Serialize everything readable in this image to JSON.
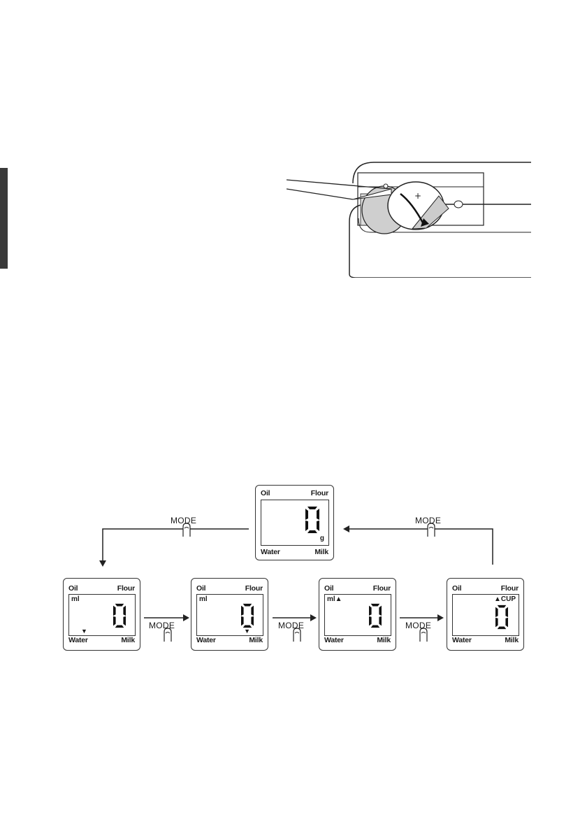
{
  "side_tab_color": "#3a3a3a",
  "illustration": {
    "polarity_mark": "+"
  },
  "lcd_labels": {
    "top_left": "Oil",
    "top_right": "Flour",
    "bottom_left": "Water",
    "bottom_right": "Milk"
  },
  "displays": [
    {
      "id": "center",
      "digit": "0",
      "unit": "g"
    },
    {
      "id": "water-ml",
      "digit": "0",
      "unit": "ml",
      "indicator": "▼"
    },
    {
      "id": "milk-ml",
      "digit": "0",
      "unit": "ml",
      "indicator": "▼"
    },
    {
      "id": "oil-ml",
      "digit": "0",
      "unit": "ml▲"
    },
    {
      "id": "flour-cup",
      "digit": "0",
      "unit": "▲CUP"
    }
  ],
  "mode_label": "MODE",
  "icons": {
    "finger": "finger-press-icon",
    "arrow": "arrow-icon"
  }
}
